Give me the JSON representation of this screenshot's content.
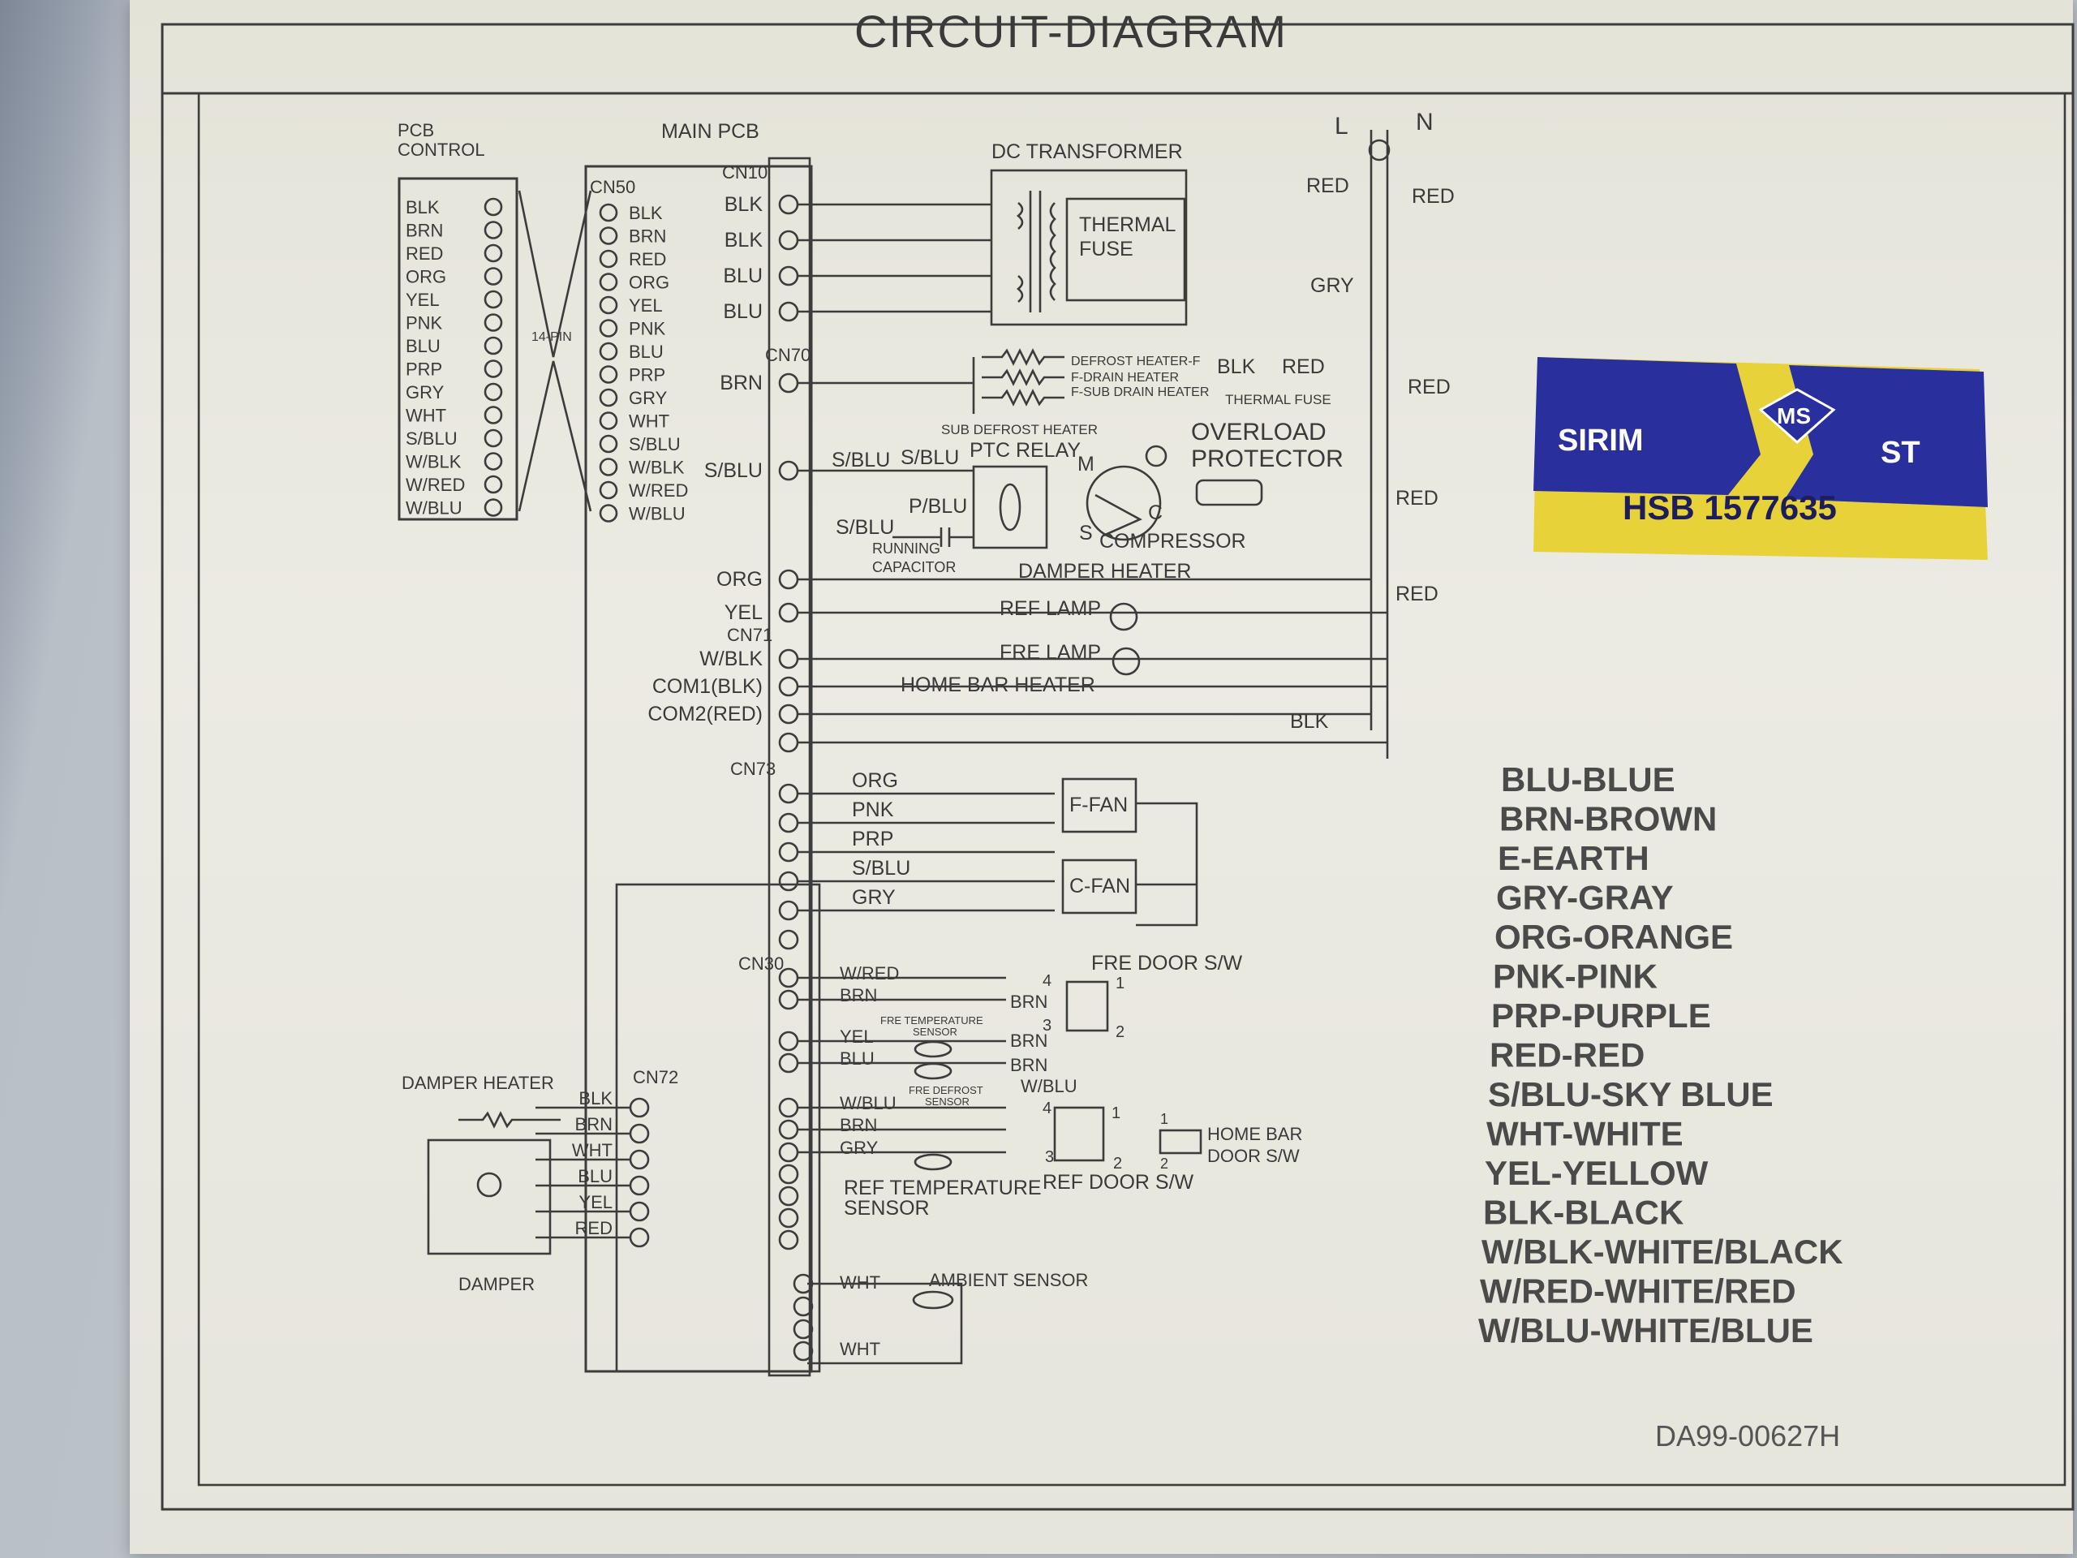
{
  "title": "CIRCUIT-DIAGRAM",
  "power": {
    "L": "L",
    "N": "N"
  },
  "pcb_control": {
    "title_lines": [
      "PCB",
      "CONTROL"
    ],
    "wires": [
      "BLK",
      "BRN",
      "RED",
      "ORG",
      "YEL",
      "PNK",
      "BLU",
      "PRP",
      "GRY",
      "WHT",
      "S/BLU",
      "W/BLK",
      "W/RED",
      "W/BLU"
    ]
  },
  "pin_connector": "14-PIN",
  "main_pcb": {
    "title": "MAIN PCB",
    "cn50": "CN50",
    "cn50_wires": [
      "BLK",
      "BRN",
      "RED",
      "ORG",
      "YEL",
      "PNK",
      "BLU",
      "PRP",
      "GRY",
      "WHT",
      "S/BLU",
      "W/BLK",
      "W/RED",
      "W/BLU"
    ],
    "cn10": "CN10",
    "cn10_wires": [
      "BLK",
      "BLK",
      "BLU",
      "BLU"
    ],
    "cn70": "CN70",
    "cn70_wires": [
      "BRN",
      "S/BLU",
      "ORG",
      "YEL"
    ],
    "cn71": "CN71",
    "cn71_wires": [
      "W/BLK",
      "COM1(BLK)",
      "COM2(RED)"
    ],
    "cn73": "CN73",
    "cn73_wires": [
      "ORG",
      "PNK",
      "PRP",
      "S/BLU",
      "GRY"
    ],
    "cn30": "CN30",
    "cn30_wires": [
      "W/RED",
      "BRN",
      "YEL",
      "BLU",
      "W/BLU",
      "BRN",
      "GRY"
    ],
    "cn72": "CN72",
    "cn72_wires": [
      "BLK",
      "BRN",
      "WHT",
      "BLU",
      "YEL",
      "RED"
    ],
    "ambient_wires": [
      "WHT",
      "WHT"
    ]
  },
  "components": {
    "dc_transformer": "DC TRANSFORMER",
    "thermal_fuse": [
      "THERMAL",
      "FUSE"
    ],
    "defrost_heater": "DEFROST HEATER-F",
    "f_drain_heater": "F-DRAIN HEATER",
    "f_sub_drain_heater": "F-SUB DRAIN HEATER",
    "thermal_fuse_small": "THERMAL FUSE",
    "sub_defrost_heater": "SUB DEFROST HEATER",
    "ptc_relay": "PTC RELAY",
    "overload_protector": [
      "OVERLOAD",
      "PROTECTOR"
    ],
    "compressor": "COMPRESSOR",
    "compressor_pins": [
      "M",
      "S",
      "C"
    ],
    "running_capacitor": [
      "RUNNING",
      "CAPACITOR"
    ],
    "damper_heater_mid": "DAMPER HEATER",
    "ref_lamp": "REF LAMP",
    "fre_lamp": "FRE LAMP",
    "home_bar_heater": "HOME BAR HEATER",
    "f_fan": "F-FAN",
    "c_fan": "C-FAN",
    "fre_door_sw": "FRE DOOR S/W",
    "fre_temp_sensor": [
      "FRE TEMPERATURE",
      "SENSOR"
    ],
    "fre_defrost_sensor": [
      "FRE DEFROST",
      "SENSOR"
    ],
    "ref_temp_sensor": [
      "REF TEMPERATURE",
      "SENSOR"
    ],
    "ref_door_sw": "REF DOOR S/W",
    "home_bar_door_sw": [
      "HOME BAR",
      "DOOR S/W"
    ],
    "ambient_sensor": "AMBIENT SENSOR",
    "damper_heater_left": "DAMPER HEATER",
    "damper": "DAMPER",
    "switch_pins": [
      "1",
      "2",
      "3",
      "4"
    ]
  },
  "wire_tags": {
    "red": "RED",
    "gry": "GRY",
    "blk": "BLK",
    "sblu": "S/BLU",
    "pblu": "P/BLU",
    "brn": "BRN",
    "wblu": "W/BLU"
  },
  "cert": {
    "left": "SIRIM",
    "center": "MS",
    "right": "ST",
    "code": "HSB  1577635"
  },
  "legend": [
    "BLU-BLUE",
    "BRN-BROWN",
    "E-EARTH",
    "GRY-GRAY",
    "ORG-ORANGE",
    "PNK-PINK",
    "PRP-PURPLE",
    "RED-RED",
    "S/BLU-SKY BLUE",
    "WHT-WHITE",
    "YEL-YELLOW",
    "BLK-BLACK",
    "W/BLK-WHITE/BLACK",
    "W/RED-WHITE/RED",
    "W/BLU-WHITE/BLUE"
  ],
  "part_number": "DA99-00627H",
  "colors": {
    "sticker_blue": "#2a2f9e",
    "sticker_yellow": "#e8d23a",
    "ink": "#3a3a3a",
    "label_bg": "#e8e7de"
  }
}
